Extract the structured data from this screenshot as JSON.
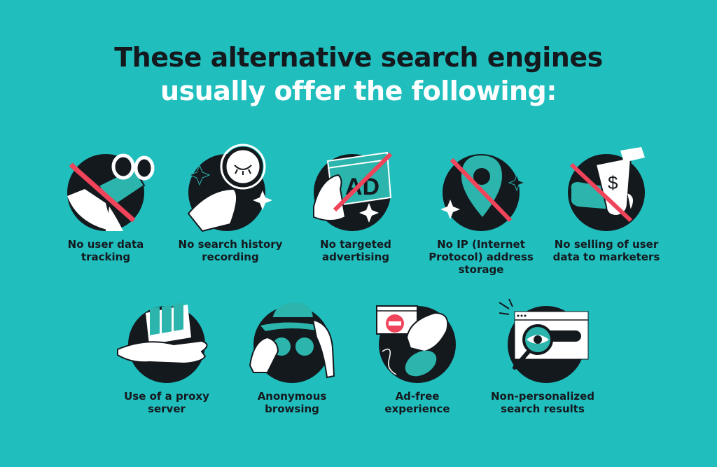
{
  "header": {
    "title_line1": "These alternative search engines",
    "title_line2": "usually offer the following:"
  },
  "colors": {
    "background": "#21bebe",
    "dark": "#14191e",
    "accent_red": "#f0445a",
    "white": "#ffffff",
    "teal_icon": "#2bb5ad"
  },
  "features": [
    {
      "label": "No user data tracking",
      "line1": "No user data",
      "line2": "tracking",
      "icon": "binoculars-crossed-icon"
    },
    {
      "label": "No search history recording",
      "line1": "No search history",
      "line2": "recording",
      "icon": "magnifier-closed-eye-icon"
    },
    {
      "label": "No targeted advertising",
      "line1": "No targeted",
      "line2": "advertising",
      "icon": "ad-crossed-icon"
    },
    {
      "label": "No IP (Internet Protocol) address storage",
      "line1": "No IP (Internet",
      "line2": "Protocol) address",
      "line3": "storage",
      "icon": "location-pin-crossed-icon"
    },
    {
      "label": "No selling of user data to marketers",
      "line1": "No selling of user",
      "line2": "data to marketers",
      "icon": "money-crossed-icon"
    },
    {
      "label": "Use of a proxy server",
      "line1": "Use of a proxy",
      "line2": "server",
      "icon": "hand-server-icon"
    },
    {
      "label": "Anonymous browsing",
      "line1": "Anonymous",
      "line2": "browsing",
      "icon": "spy-hat-glasses-icon"
    },
    {
      "label": "Ad-free experience",
      "line1": "Ad-free",
      "line2": "experience",
      "icon": "ad-block-mouse-icon"
    },
    {
      "label": "Non-personalized search results",
      "line1": "Non-personalized",
      "line2": "search results",
      "icon": "browser-eye-search-icon"
    }
  ]
}
